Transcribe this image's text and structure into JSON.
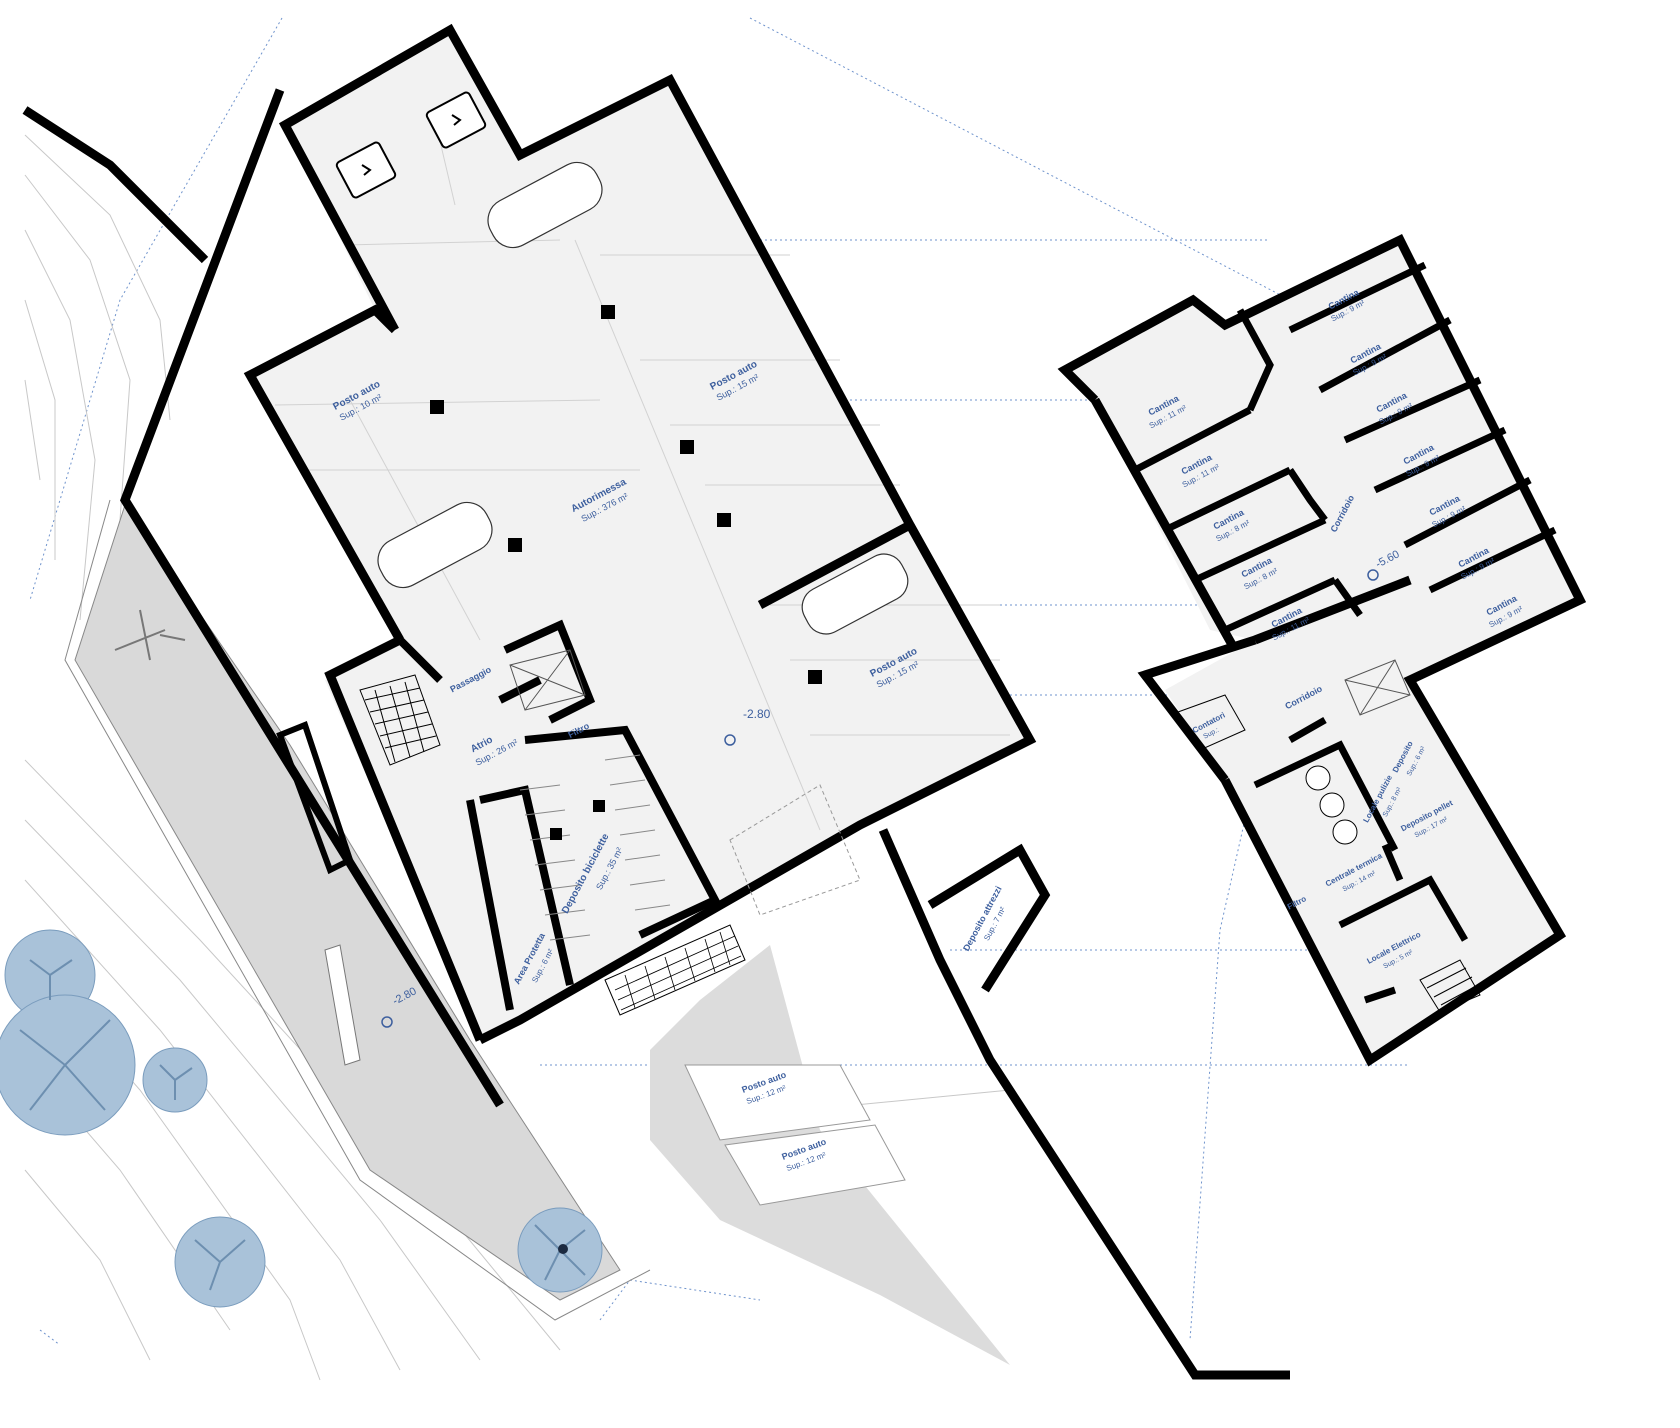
{
  "garage_block": {
    "rooms": [
      {
        "id": "posto-auto-1",
        "name": "Posto auto",
        "area": "Sup.: 10 m²"
      },
      {
        "id": "posto-auto-2",
        "name": "Posto auto",
        "area": "Sup.: 15 m²"
      },
      {
        "id": "autorimessa",
        "name": "Autorimessa",
        "area": "Sup.: 376 m²"
      },
      {
        "id": "posto-auto-3",
        "name": "Posto auto",
        "area": "Sup.: 15 m²"
      },
      {
        "id": "passaggio",
        "name": "Passaggio",
        "area": ""
      },
      {
        "id": "atrio",
        "name": "Atrio",
        "area": "Sup.: 26 m²"
      },
      {
        "id": "filtro-1",
        "name": "Filtro",
        "area": ""
      },
      {
        "id": "deposito-biciclette",
        "name": "Deposito biciclette",
        "area": "Sup.: 35 m²"
      },
      {
        "id": "area-protetta",
        "name": "Area Protetta",
        "area": "Sup.: 6 m²"
      },
      {
        "id": "deposito-attrezzi",
        "name": "Deposito attrezzi",
        "area": "Sup.: 7 m²"
      }
    ],
    "level": "-2.80"
  },
  "courtyard": {
    "level": "-2.80"
  },
  "outdoor_parking": [
    {
      "id": "posto-auto-ext-1",
      "name": "Posto auto",
      "area": "Sup.: 12 m²"
    },
    {
      "id": "posto-auto-ext-2",
      "name": "Posto auto",
      "area": "Sup.: 12 m²"
    }
  ],
  "cellar_block": {
    "rooms": [
      {
        "id": "cantina-1",
        "name": "Cantina",
        "area": "Sup.: 9 m²"
      },
      {
        "id": "cantina-2",
        "name": "Cantina",
        "area": "Sup.: 9 m²"
      },
      {
        "id": "cantina-3",
        "name": "Cantina",
        "area": "Sup.: 9 m²"
      },
      {
        "id": "cantina-4",
        "name": "Cantina",
        "area": "Sup.: 9 m²"
      },
      {
        "id": "cantina-5",
        "name": "Cantina",
        "area": "Sup.: 9 m²"
      },
      {
        "id": "cantina-6",
        "name": "Cantina",
        "area": "Sup.: 9 m²"
      },
      {
        "id": "cantina-7",
        "name": "Cantina",
        "area": "Sup.: 9 m²"
      },
      {
        "id": "cantina-8",
        "name": "Cantina",
        "area": "Sup.: 11 m²"
      },
      {
        "id": "cantina-9",
        "name": "Cantina",
        "area": "Sup.: 11 m²"
      },
      {
        "id": "cantina-10",
        "name": "Cantina",
        "area": "Sup.: 8 m²"
      },
      {
        "id": "cantina-11",
        "name": "Cantina",
        "area": "Sup.: 8 m²"
      },
      {
        "id": "cantina-12",
        "name": "Cantina",
        "area": "Sup.: 11 m²"
      },
      {
        "id": "corridoio-1",
        "name": "Corridoio",
        "area": ""
      },
      {
        "id": "corridoio-2",
        "name": "Corridoio",
        "area": ""
      },
      {
        "id": "contatori",
        "name": "Contatori",
        "area": "Sup.:"
      },
      {
        "id": "deposito",
        "name": "Deposito",
        "area": "Sup.: 6 m²"
      },
      {
        "id": "locale-pulizie",
        "name": "Locale pulizie",
        "area": "Sup.: 8 m²"
      },
      {
        "id": "deposito-pellet",
        "name": "Deposito pellet",
        "area": "Sup.: 17 m²"
      },
      {
        "id": "centrale-termica",
        "name": "Centrale termica",
        "area": "Sup.: 14 m²"
      },
      {
        "id": "filtro-2",
        "name": "Filtro",
        "area": ""
      },
      {
        "id": "locale-elettrico",
        "name": "Locale Elettrico",
        "area": "Sup.: 5 m²"
      }
    ],
    "level": "-5.60"
  },
  "colors": {
    "wall": "#000000",
    "floor": "#f2f2f2",
    "courtyard": "#d9d9d9",
    "label": "#3d5f9e",
    "tree": "#a9c2d9",
    "guide": "#6f93cc"
  },
  "icons": [
    "ev-charger-icon",
    "car-icon",
    "tree-icon",
    "stair-icon",
    "level-marker-icon",
    "lounge-chair-icon",
    "bench-icon"
  ]
}
